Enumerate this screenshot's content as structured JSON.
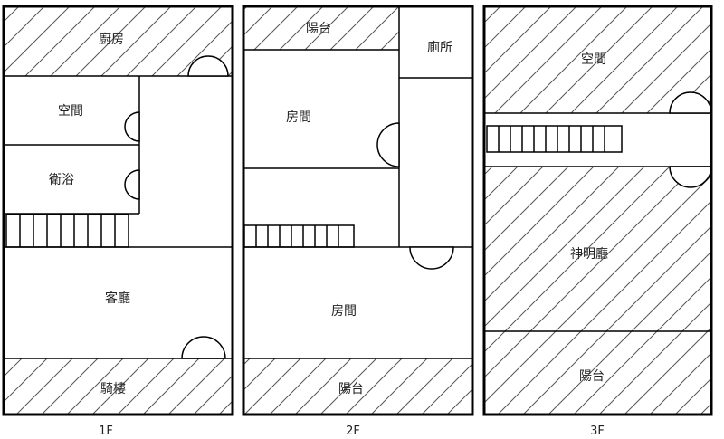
{
  "floors": [
    {
      "label": "1F",
      "rooms": [
        {
          "name": "廚房",
          "hatched": true
        },
        {
          "name": "空間",
          "hatched": false
        },
        {
          "name": "衛浴",
          "hatched": false
        },
        {
          "name": "客廳",
          "hatched": false
        },
        {
          "name": "騎樓",
          "hatched": true
        }
      ]
    },
    {
      "label": "2F",
      "rooms": [
        {
          "name": "陽台",
          "hatched": true
        },
        {
          "name": "廁所",
          "hatched": false
        },
        {
          "name": "房間",
          "hatched": false
        },
        {
          "name": "房間",
          "hatched": false
        },
        {
          "name": "陽台",
          "hatched": true
        }
      ]
    },
    {
      "label": "3F",
      "rooms": [
        {
          "name": "空間",
          "hatched": true
        },
        {
          "name": "神明廳",
          "hatched": true
        },
        {
          "name": "陽台",
          "hatched": true
        }
      ]
    }
  ]
}
